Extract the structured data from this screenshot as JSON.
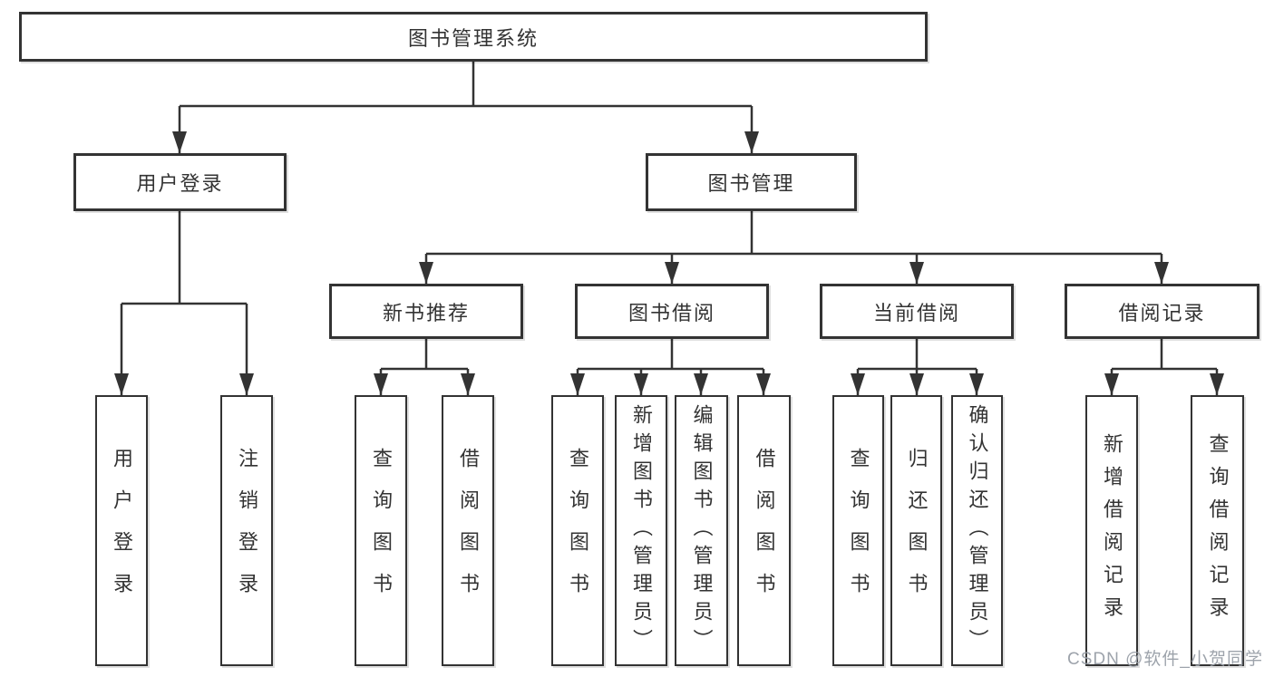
{
  "diagram": {
    "nodes": {
      "root": "图书管理系统",
      "user_login": "用户登录",
      "book_mgmt": "图书管理",
      "new_book_rec": "新书推荐",
      "book_borrow": "图书借阅",
      "current_borrow": "当前借阅",
      "borrow_record": "借阅记录",
      "leaf_user_login": "用户登录",
      "leaf_logout": "注销登录",
      "leaf_nb_query": "查询图书",
      "leaf_nb_borrow": "借阅图书",
      "leaf_bb_query": "查询图书",
      "leaf_bb_add": "新增图书（管理员）",
      "leaf_bb_edit": "编辑图书（管理员）",
      "leaf_bb_borrow": "借阅图书",
      "leaf_cb_query": "查询图书",
      "leaf_cb_return": "归还图书",
      "leaf_cb_confirm": "确认归还（管理员）",
      "leaf_br_add": "新增借阅记录",
      "leaf_br_query": "查询借阅记录"
    },
    "line_color": "#333333",
    "watermark": "CSDN @软件_小贺同学"
  }
}
